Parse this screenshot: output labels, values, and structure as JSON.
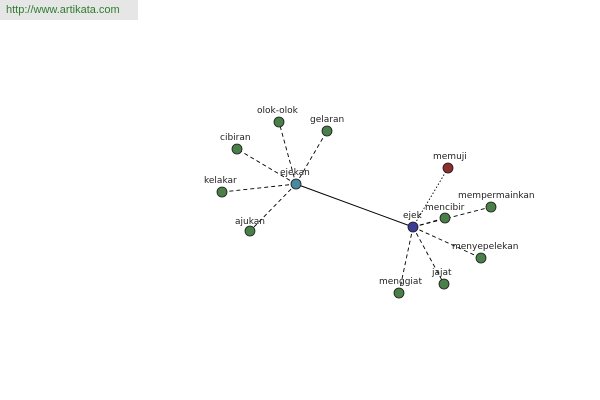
{
  "header": {
    "url": "http://www.artikata.com"
  },
  "colors": {
    "synonym_node": "#4a7f4a",
    "antonym_node": "#8b2f2f",
    "hub_ejekan": "#4a8a9e",
    "hub_ejek": "#3c3c96",
    "edge": "#000000"
  },
  "graph": {
    "hubs": [
      {
        "id": "ejekan",
        "label": "ejekan",
        "color_key": "hub_ejekan"
      },
      {
        "id": "ejek",
        "label": "ejek",
        "color_key": "hub_ejek"
      }
    ],
    "nodes": [
      {
        "id": "olok-olok",
        "label": "olok-olok",
        "hub": "ejekan",
        "kind": "synonym"
      },
      {
        "id": "gelaran",
        "label": "gelaran",
        "hub": "ejekan",
        "kind": "synonym"
      },
      {
        "id": "cibiran",
        "label": "cibiran",
        "hub": "ejekan",
        "kind": "synonym"
      },
      {
        "id": "kelakar",
        "label": "kelakar",
        "hub": "ejekan",
        "kind": "synonym"
      },
      {
        "id": "ajukan",
        "label": "ajukan",
        "hub": "ejekan",
        "kind": "synonym"
      },
      {
        "id": "memuji",
        "label": "memuji",
        "hub": "ejek",
        "kind": "antonym"
      },
      {
        "id": "mempermainkan",
        "label": "mempermainkan",
        "hub": "ejek",
        "kind": "synonym"
      },
      {
        "id": "mencibir",
        "label": "mencibir",
        "hub": "ejek",
        "kind": "synonym"
      },
      {
        "id": "menyepelekan",
        "label": "menyepelekan",
        "hub": "ejek",
        "kind": "synonym"
      },
      {
        "id": "jajat",
        "label": "jajat",
        "hub": "ejek",
        "kind": "synonym"
      },
      {
        "id": "menggiat",
        "label": "menggiat",
        "hub": "ejek",
        "kind": "synonym"
      }
    ],
    "links": [
      {
        "from": "ejekan",
        "to": "ejek"
      }
    ]
  }
}
